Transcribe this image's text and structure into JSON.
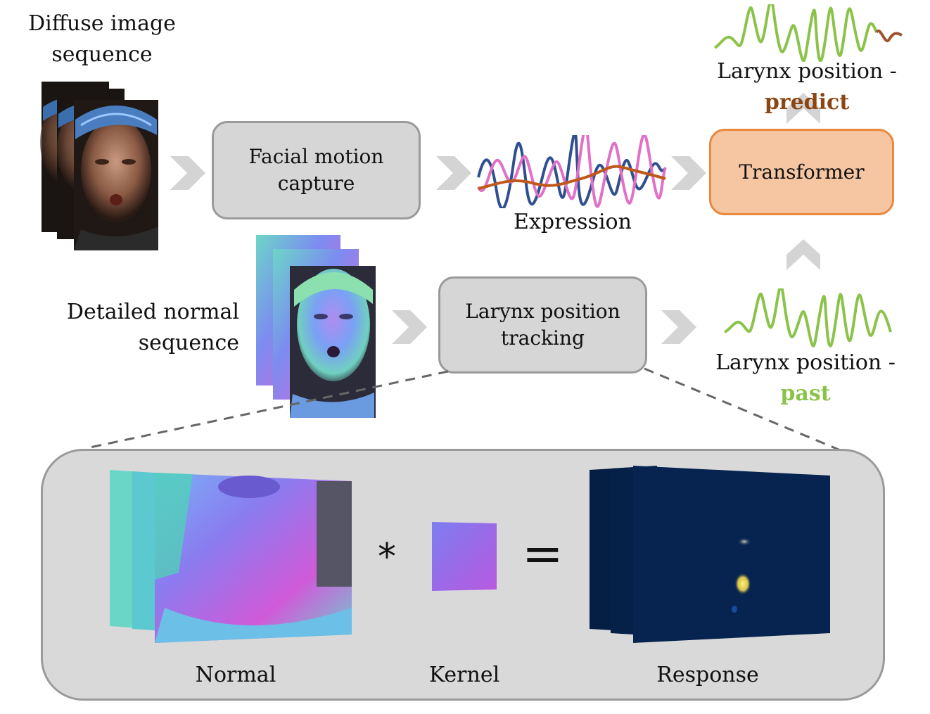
{
  "labels": {
    "diffuse_line1": "Diffuse image",
    "diffuse_line2": "sequence",
    "normal_line1": "Detailed normal",
    "normal_line2": "sequence",
    "expression": "Expression",
    "larynx_prefix": "Larynx position - ",
    "predict": "predict",
    "past": "past",
    "normal": "Normal",
    "kernel": "Kernel",
    "response": "Response"
  },
  "boxes": {
    "facial_line1": "Facial motion",
    "facial_line2": "capture",
    "transformer": "Transformer",
    "larynx_line1": "Larynx position",
    "larynx_line2": "tracking"
  },
  "operators": {
    "convolve": "*",
    "equals": "="
  },
  "colors": {
    "box_gray": "#d6d6d6",
    "box_border": "#9a9a9a",
    "transformer_fill": "#f6c6a2",
    "transformer_border": "#e9883f",
    "signal_green": "#8bc34a",
    "signal_brown": "#a0522d",
    "expr_blue": "#2f4f8f",
    "expr_pink": "#e070c8",
    "expr_orange": "#c0581a",
    "response_navy": "#06244f"
  }
}
